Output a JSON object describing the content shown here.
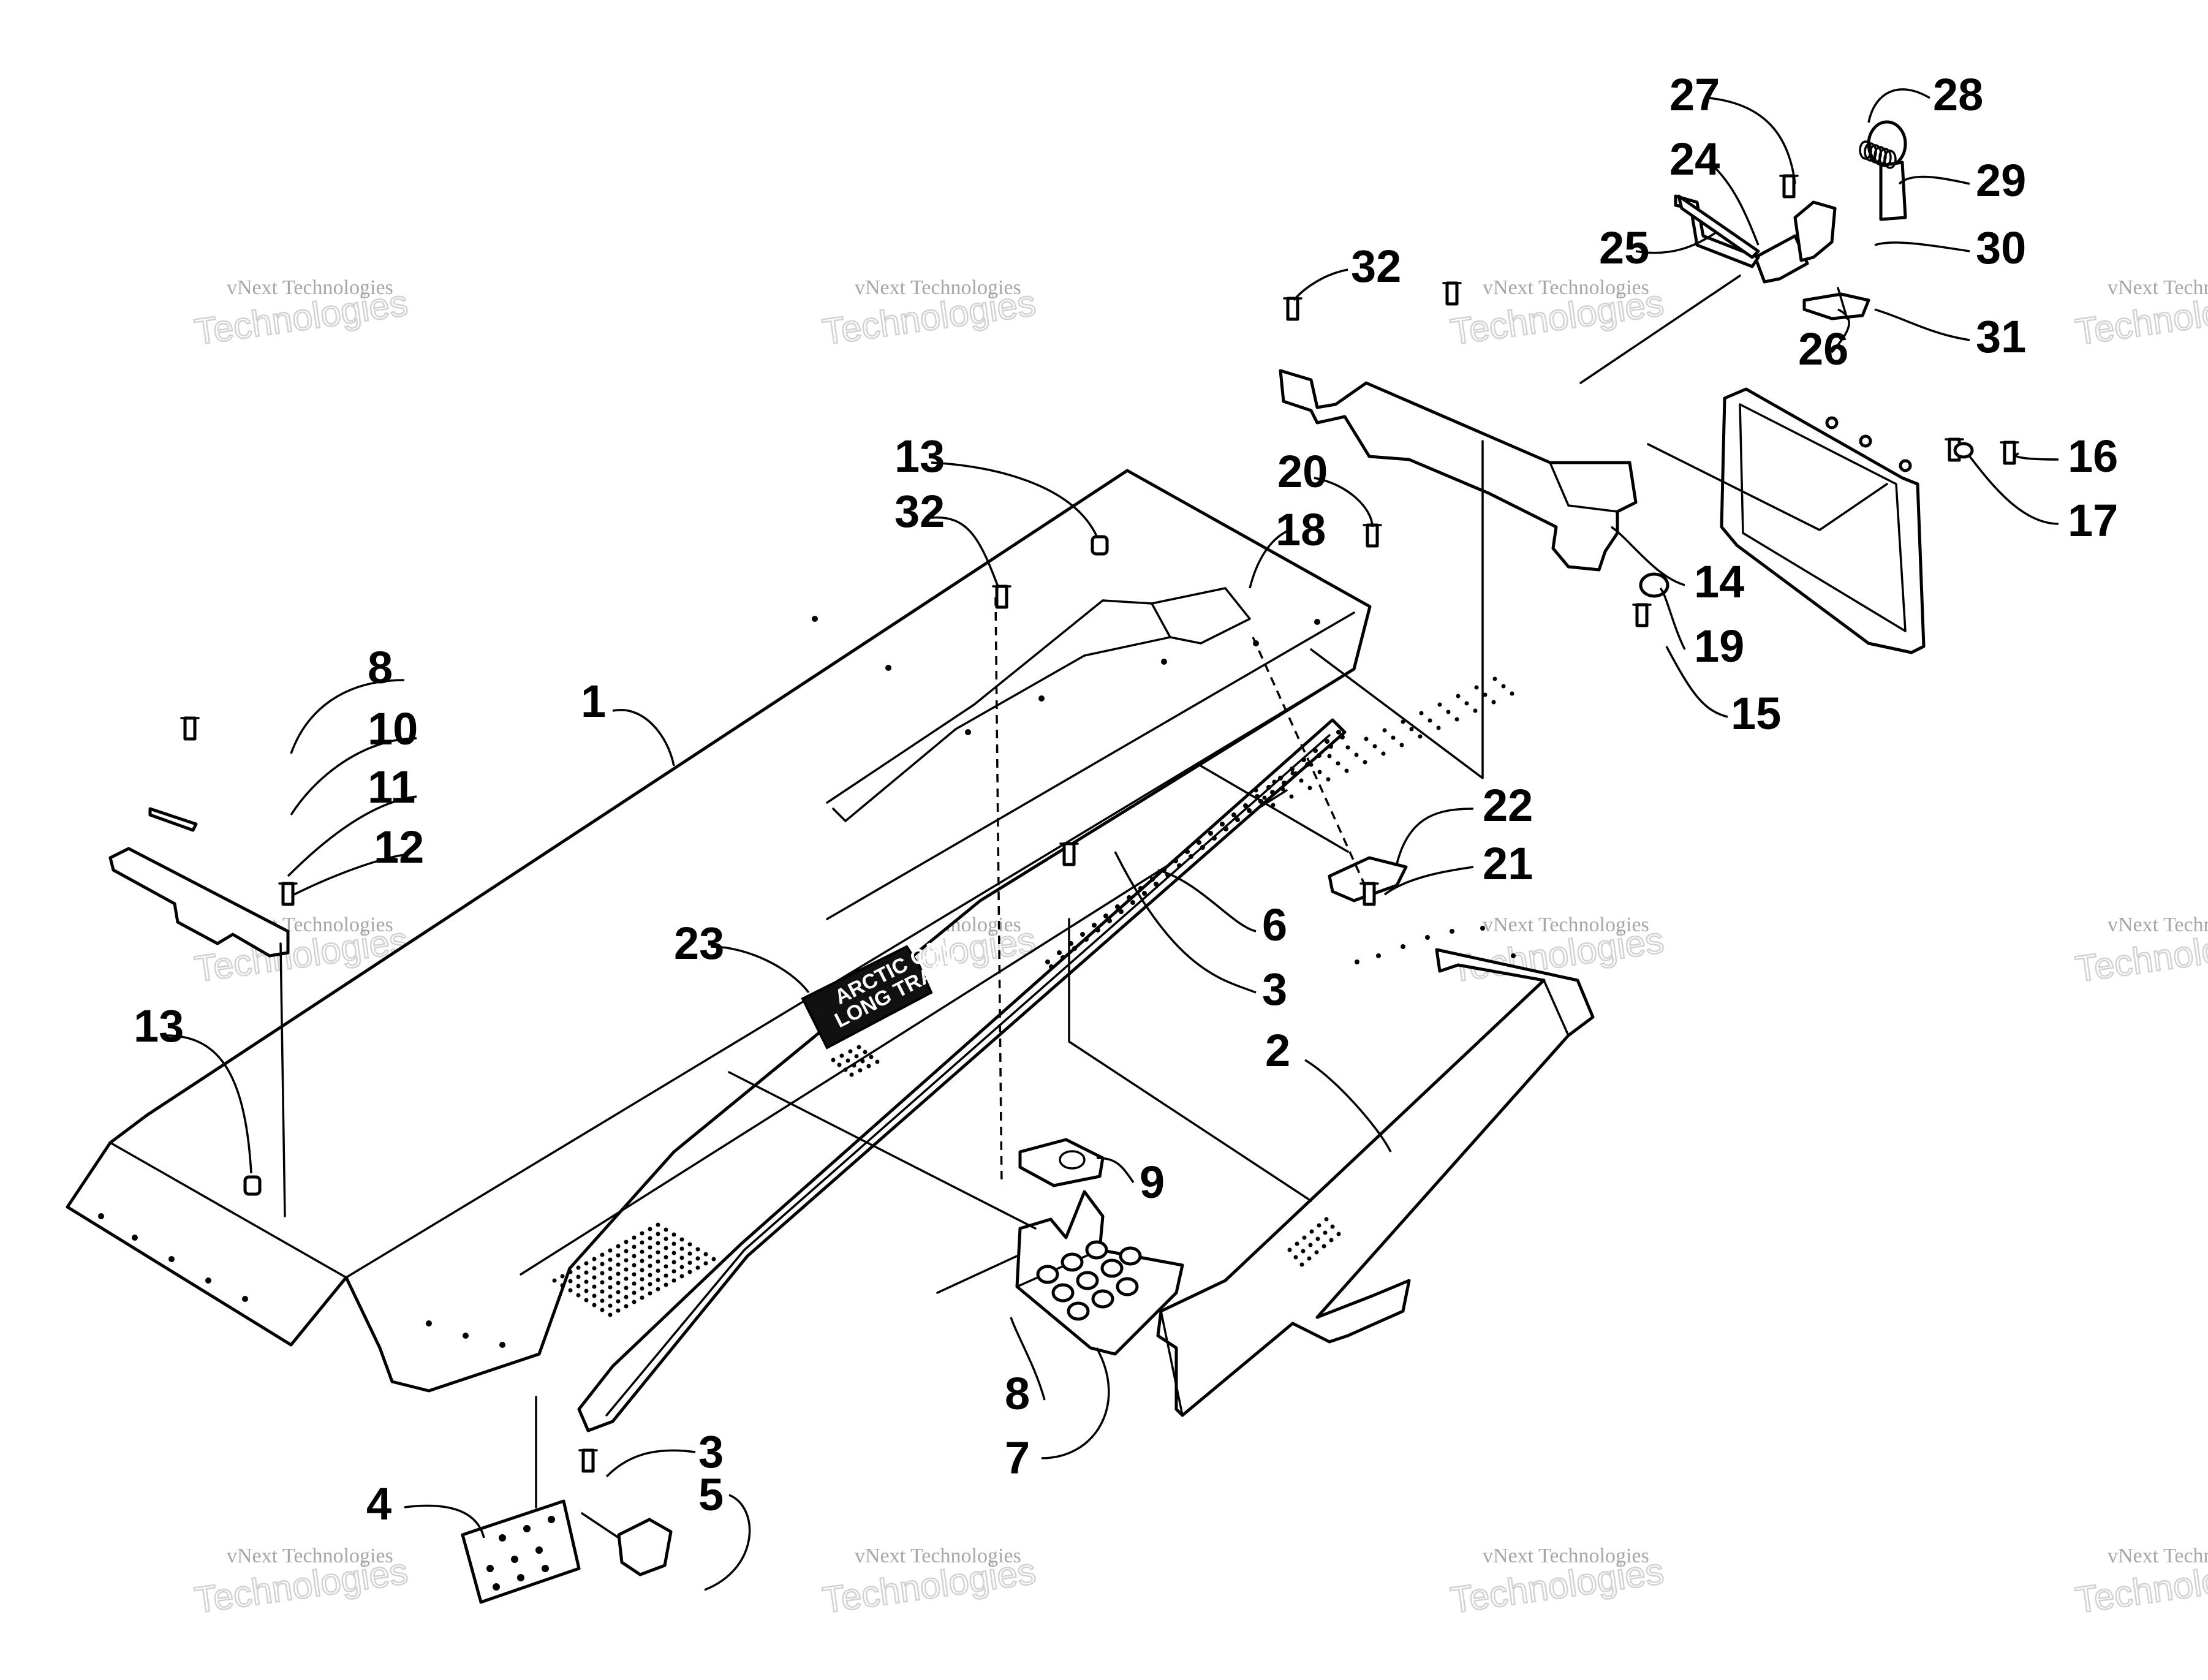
{
  "diagram": {
    "callouts": [
      "1",
      "2",
      "3",
      "3",
      "4",
      "5",
      "6",
      "7",
      "8",
      "8",
      "9",
      "10",
      "11",
      "12",
      "13",
      "13",
      "14",
      "15",
      "16",
      "17",
      "18",
      "19",
      "20",
      "21",
      "22",
      "23",
      "24",
      "25",
      "26",
      "27",
      "28",
      "29",
      "30",
      "31",
      "32",
      "32"
    ],
    "decal": {
      "line1": "ARCTIC CAT",
      "line2": "LONG TRACK"
    },
    "watermark": {
      "company": "vNext Technologies",
      "word": "Technologies"
    }
  }
}
